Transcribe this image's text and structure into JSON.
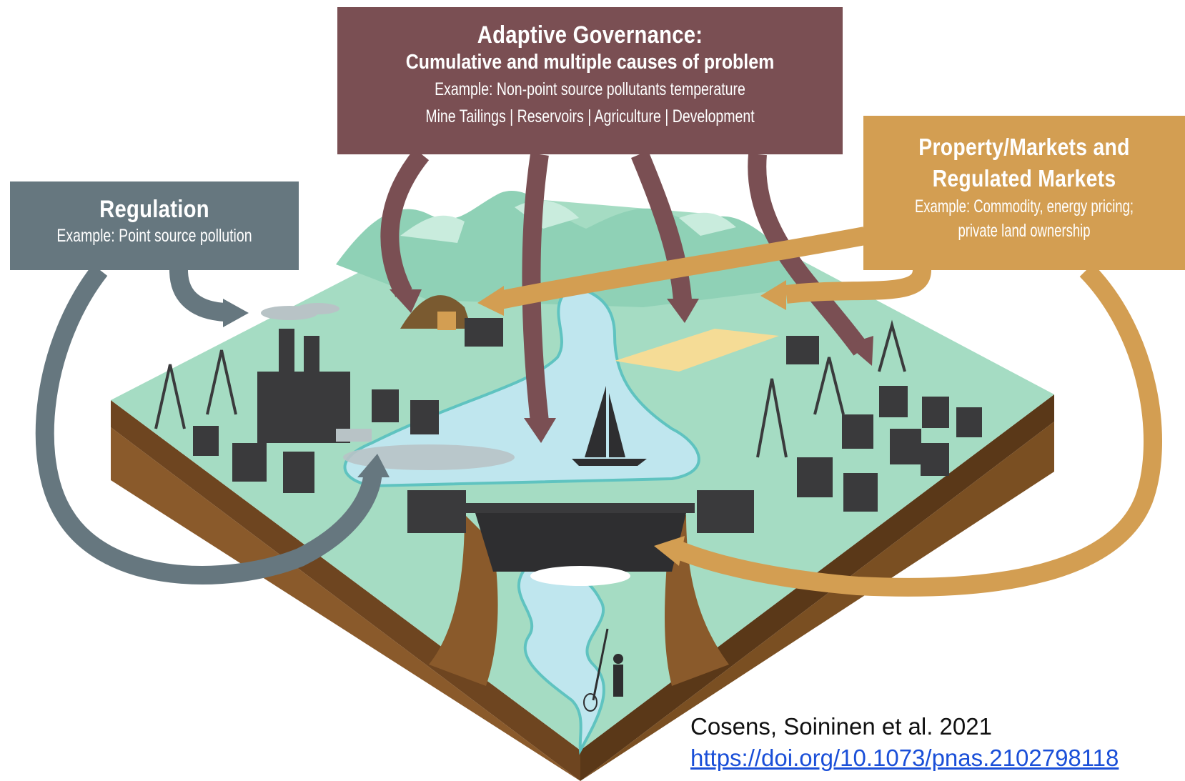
{
  "adaptive": {
    "title": "Adaptive Governance:",
    "subtitle": "Cumulative and multiple causes of problem",
    "example": "Example: Non-point source pollutants temperature",
    "list": "Mine Tailings | Reservoirs | Agriculture | Development"
  },
  "regulation": {
    "title": "Regulation",
    "example": "Example: Point source pollution"
  },
  "property": {
    "title1": "Property/Markets and",
    "title2": "Regulated Markets",
    "example1": "Example: Commodity, energy pricing;",
    "example2": "private land ownership"
  },
  "citation": {
    "text": "Cosens, Soininen et al. 2021",
    "link": "https://doi.org/10.1073/pnas.2102798118"
  },
  "colors": {
    "adaptive": "#7a4f53",
    "regulation": "#66777f",
    "property": "#d39e52",
    "land": "#9ed8bd",
    "water": "#bfe6ee",
    "soil": "#7a4f22",
    "building": "#3a3a3c"
  }
}
